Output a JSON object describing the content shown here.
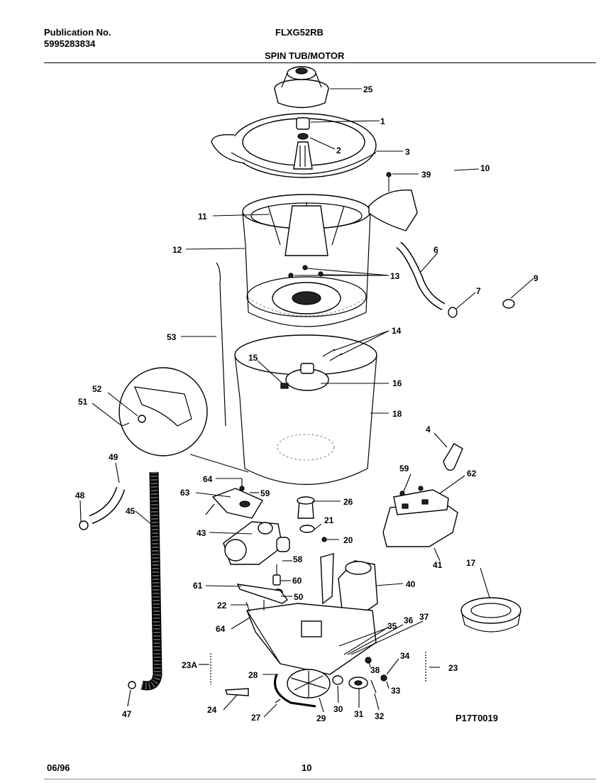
{
  "header": {
    "publication_label": "Publication No.",
    "publication_number": "5995283834",
    "model": "FLXG52RB",
    "section_title": "SPIN TUB/MOTOR"
  },
  "diagram_code": "P17T0019",
  "footer": {
    "date": "06/96",
    "page": "10"
  },
  "callouts": [
    {
      "id": "c25",
      "text": "25"
    },
    {
      "id": "c1",
      "text": "1"
    },
    {
      "id": "c2",
      "text": "2"
    },
    {
      "id": "c3",
      "text": "3"
    },
    {
      "id": "c39",
      "text": "39"
    },
    {
      "id": "c10",
      "text": "10"
    },
    {
      "id": "c11",
      "text": "11"
    },
    {
      "id": "c12",
      "text": "12"
    },
    {
      "id": "c6",
      "text": "6"
    },
    {
      "id": "c13",
      "text": "13"
    },
    {
      "id": "c9",
      "text": "9"
    },
    {
      "id": "c7",
      "text": "7"
    },
    {
      "id": "c53",
      "text": "53"
    },
    {
      "id": "c14",
      "text": "14"
    },
    {
      "id": "c15",
      "text": "15"
    },
    {
      "id": "c16",
      "text": "16"
    },
    {
      "id": "c52",
      "text": "52"
    },
    {
      "id": "c51",
      "text": "51"
    },
    {
      "id": "c18",
      "text": "18"
    },
    {
      "id": "c4",
      "text": "4"
    },
    {
      "id": "c49",
      "text": "49"
    },
    {
      "id": "c59a",
      "text": "59"
    },
    {
      "id": "c62",
      "text": "62"
    },
    {
      "id": "c64a",
      "text": "64"
    },
    {
      "id": "c59b",
      "text": "59"
    },
    {
      "id": "c63",
      "text": "63"
    },
    {
      "id": "c48",
      "text": "48"
    },
    {
      "id": "c26",
      "text": "26"
    },
    {
      "id": "c45",
      "text": "45"
    },
    {
      "id": "c21",
      "text": "21"
    },
    {
      "id": "c43",
      "text": "43"
    },
    {
      "id": "c20",
      "text": "20"
    },
    {
      "id": "c41",
      "text": "41"
    },
    {
      "id": "c17",
      "text": "17"
    },
    {
      "id": "c58",
      "text": "58"
    },
    {
      "id": "c60",
      "text": "60"
    },
    {
      "id": "c40",
      "text": "40"
    },
    {
      "id": "c61",
      "text": "61"
    },
    {
      "id": "c50",
      "text": "50"
    },
    {
      "id": "c22",
      "text": "22"
    },
    {
      "id": "c64b",
      "text": "64"
    },
    {
      "id": "c35",
      "text": "35"
    },
    {
      "id": "c36",
      "text": "36"
    },
    {
      "id": "c37",
      "text": "37"
    },
    {
      "id": "c34",
      "text": "34"
    },
    {
      "id": "c23A",
      "text": "23A"
    },
    {
      "id": "c38",
      "text": "38"
    },
    {
      "id": "c23",
      "text": "23"
    },
    {
      "id": "c28",
      "text": "28"
    },
    {
      "id": "c33",
      "text": "33"
    },
    {
      "id": "c24",
      "text": "24"
    },
    {
      "id": "c47",
      "text": "47"
    },
    {
      "id": "c27",
      "text": "27"
    },
    {
      "id": "c29",
      "text": "29"
    },
    {
      "id": "c30",
      "text": "30"
    },
    {
      "id": "c31",
      "text": "31"
    },
    {
      "id": "c32",
      "text": "32"
    }
  ]
}
